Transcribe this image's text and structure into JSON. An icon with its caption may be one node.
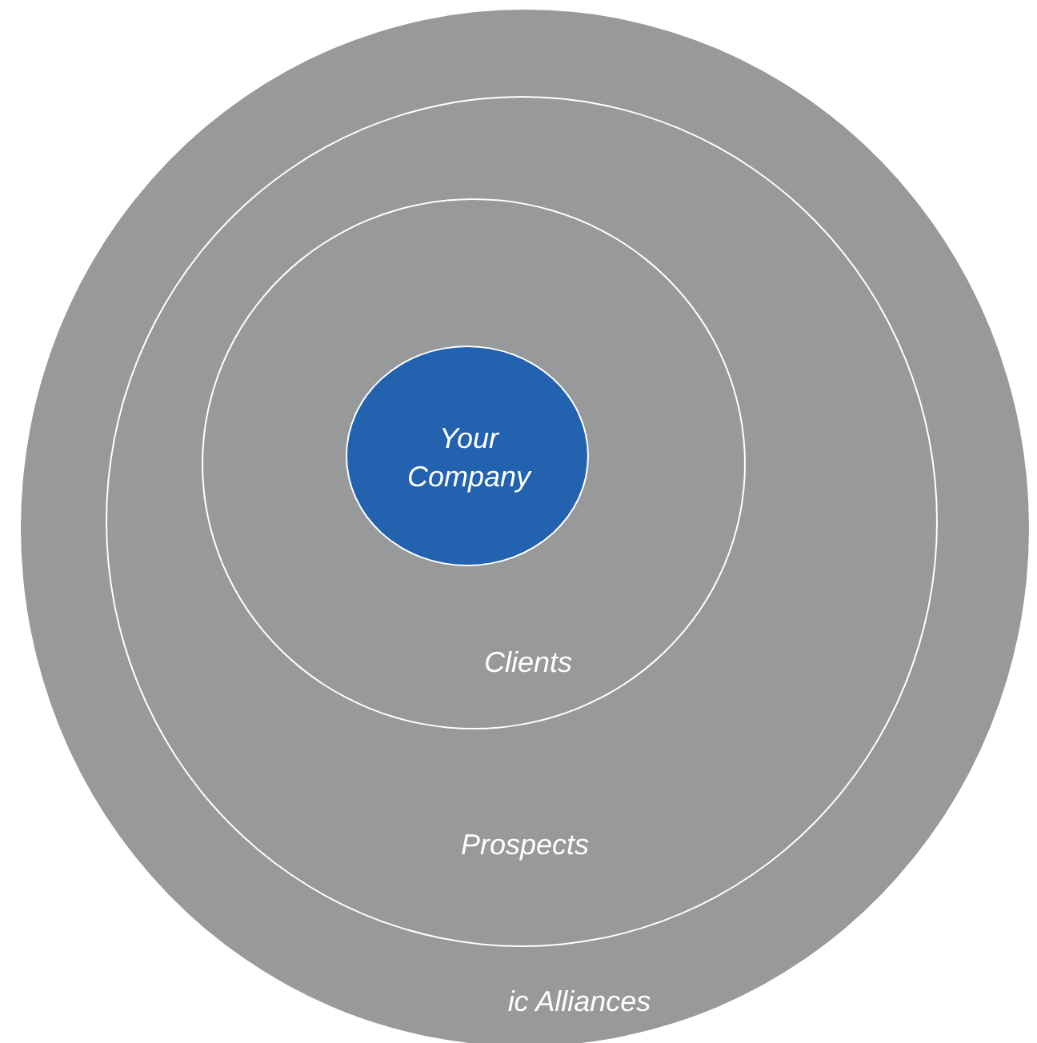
{
  "diagram": {
    "nodes": [
      {
        "text": [
          "ic Alliances"
        ]
      },
      {
        "text": [
          "Prospects"
        ],
        "in": 0
      },
      {
        "text": [
          "Clients"
        ],
        "in": 1
      },
      {
        "text": [
          "Your Company"
        ],
        "in": 2
      }
    ]
  }
}
